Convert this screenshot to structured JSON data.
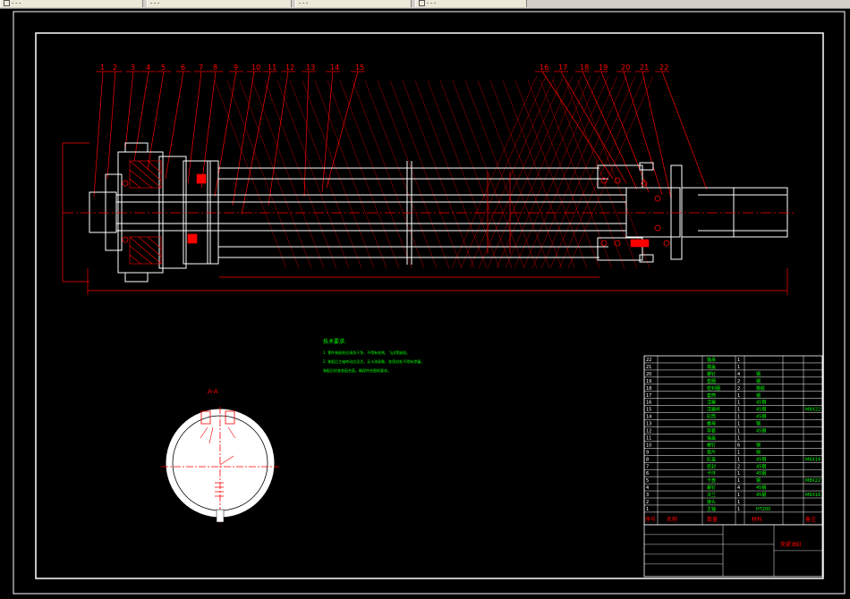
{
  "tabs": [
    {
      "label": "- - -"
    },
    {
      "label": "- - -"
    },
    {
      "label": "- - -"
    },
    {
      "label": "- - -"
    }
  ],
  "drawing": {
    "part_numbers": [
      "1",
      "2",
      "3",
      "4",
      "5",
      "6",
      "7",
      "8",
      "9",
      "10",
      "11",
      "12",
      "13",
      "14",
      "15",
      "16",
      "17",
      "18",
      "19",
      "20",
      "21",
      "22"
    ],
    "section_label": "A-A",
    "section_marker": "A",
    "notes_title": "技术要求:",
    "notes_lines": [
      "1. 零件装配前应清洗干净，不得有毛刺、飞边等缺陷。",
      "2. 装配后主轴转动应灵活，无卡滞现象，各密封处不得有渗漏。",
      "   装配后检查各配合面，确保符合图纸要求。"
    ]
  },
  "bom": {
    "rows": [
      {
        "no": "22",
        "name": "轴承",
        "qty": "1",
        "mat": "",
        "note": ""
      },
      {
        "no": "21",
        "name": "端盖",
        "qty": "1",
        "mat": "",
        "note": ""
      },
      {
        "no": "20",
        "name": "螺钉",
        "qty": "4",
        "mat": "钢",
        "note": ""
      },
      {
        "no": "19",
        "name": "垫圈",
        "qty": "2",
        "mat": "钢",
        "note": ""
      },
      {
        "no": "18",
        "name": "密封圈",
        "qty": "2",
        "mat": "橡胶",
        "note": ""
      },
      {
        "no": "17",
        "name": "套筒",
        "qty": "1",
        "mat": "钢",
        "note": ""
      },
      {
        "no": "16",
        "name": "活塞",
        "qty": "1",
        "mat": "45钢",
        "note": ""
      },
      {
        "no": "15",
        "name": "活塞杆",
        "qty": "1",
        "mat": "45钢",
        "note": "M8X22"
      },
      {
        "no": "14",
        "name": "缸筒",
        "qty": "1",
        "mat": "45钢",
        "note": ""
      },
      {
        "no": "13",
        "name": "螺母",
        "qty": "1",
        "mat": "钢",
        "note": ""
      },
      {
        "no": "12",
        "name": "导套",
        "qty": "1",
        "mat": "45钢",
        "note": ""
      },
      {
        "no": "11",
        "name": "端盖",
        "qty": "1",
        "mat": "",
        "note": ""
      },
      {
        "no": "10",
        "name": "螺钉",
        "qty": "6",
        "mat": "钢",
        "note": ""
      },
      {
        "no": "9",
        "name": "垫片",
        "qty": "1",
        "mat": "铜",
        "note": ""
      },
      {
        "no": "8",
        "name": "缸盖",
        "qty": "1",
        "mat": "45钢",
        "note": "M6X16"
      },
      {
        "no": "7",
        "name": "密封",
        "qty": "2",
        "mat": "45钢",
        "note": ""
      },
      {
        "no": "6",
        "name": "卡环",
        "qty": "1",
        "mat": "45钢",
        "note": ""
      },
      {
        "no": "5",
        "name": "卡盘",
        "qty": "1",
        "mat": "钢",
        "note": "M8X22"
      },
      {
        "no": "4",
        "name": "螺钉",
        "qty": "4",
        "mat": "45钢",
        "note": ""
      },
      {
        "no": "3",
        "name": "法兰",
        "qty": "1",
        "mat": "45钢",
        "note": "M6X16"
      },
      {
        "no": "2",
        "name": "接头",
        "qty": "1",
        "mat": "",
        "note": ""
      },
      {
        "no": "1",
        "name": "主轴",
        "qty": "1",
        "mat": "HT200",
        "note": ""
      }
    ],
    "header": {
      "no": "序号",
      "name": "名称",
      "qty": "数量",
      "mat": "材料",
      "note": "备注"
    },
    "title": "夹紧油缸"
  }
}
